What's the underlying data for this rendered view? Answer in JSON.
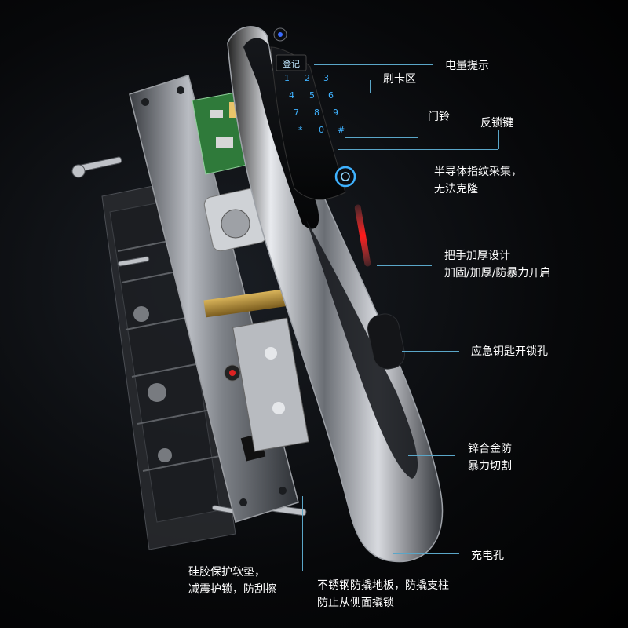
{
  "keypad": {
    "screen_text": "登记",
    "keys": [
      "1",
      "2",
      "3",
      "4",
      "5",
      "6",
      "7",
      "8",
      "9",
      "*",
      "0",
      "#"
    ]
  },
  "callouts": {
    "battery": [
      "电量提示"
    ],
    "card": [
      "刷卡区"
    ],
    "doorbell": [
      "门铃"
    ],
    "antilock": [
      "反锁键"
    ],
    "fingerprint": [
      "半导体指纹采集，",
      "无法克隆"
    ],
    "handle": [
      "把手加厚设计",
      "加固/加厚/防暴力开启"
    ],
    "keyhole": [
      "应急钥匙开锁孔"
    ],
    "alloy": [
      "锌合金防",
      "暴力切割"
    ],
    "charge": [
      "充电孔"
    ],
    "gasket": [
      "硅胶保护软垫，",
      "减震护锁，防刮擦"
    ],
    "plate": [
      "不锈钢防撬地板，防撬支柱",
      "防止从侧面撬锁"
    ]
  },
  "colors": {
    "accent_line": "#5aa6c8",
    "keypad_blue": "#3fb2ff",
    "handle_red": "#ff2020"
  }
}
